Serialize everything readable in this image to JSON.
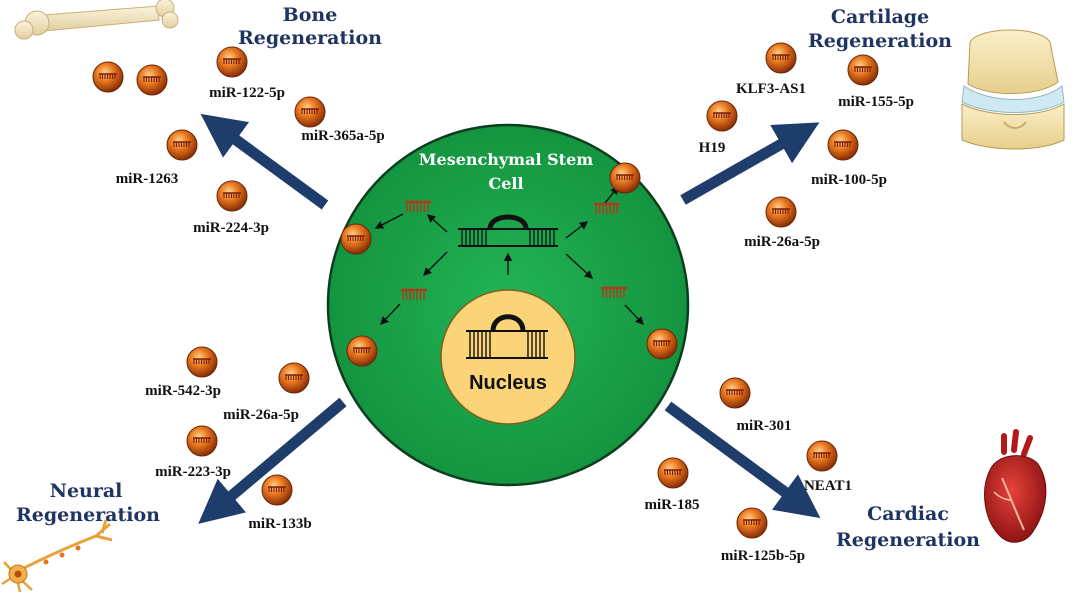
{
  "cell": {
    "title_line1": "Mesenchymal Stem",
    "title_line2": "Cell",
    "nucleus_label": "Nucleus"
  },
  "regions": {
    "bone": {
      "line1": "Bone",
      "line2": "Regeneration"
    },
    "cartilage": {
      "line1": "Cartilage",
      "line2": "Regeneration"
    },
    "neural": {
      "line1": "Neural",
      "line2": "Regeneration"
    },
    "cardiac": {
      "line1": "Cardiac",
      "line2": "Regeneration"
    }
  },
  "labels": {
    "bone": [
      "miR-122-5p",
      "miR-365a-5p",
      "miR-1263",
      "miR-224-3p"
    ],
    "cartilage": [
      "KLF3-AS1",
      "miR-155-5p",
      "H19",
      "miR-100-5p",
      "miR-26a-5p"
    ],
    "neural": [
      "miR-542-3p",
      "miR-26a-5p",
      "miR-223-3p",
      "miR-133b"
    ],
    "cardiac": [
      "miR-301",
      "NEAT1",
      "miR-185",
      "miR-125b-5p"
    ]
  },
  "colors": {
    "cell_fill": "#1aa34a",
    "cell_stroke": "#0b3d1e",
    "nucleus_fill": "#fbd47a",
    "arrow": "#1f3d6b",
    "title": "#1f3460",
    "exosome": "#d96418",
    "rna": "#b13a1e"
  }
}
